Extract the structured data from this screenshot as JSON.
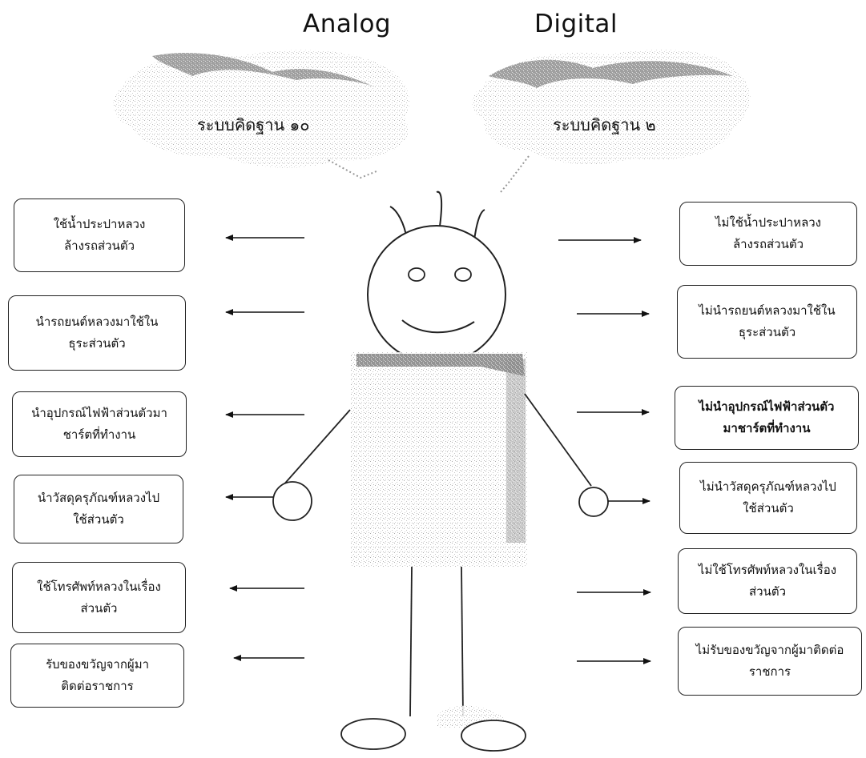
{
  "titles": {
    "left": "Analog",
    "right": "Digital"
  },
  "clouds": {
    "left_label": "ระบบคิดฐาน ๑๐",
    "right_label": "ระบบคิดฐาน ๒"
  },
  "left_boxes": [
    "ใช้น้ำประปาหลวง\nล้างรถส่วนตัว",
    "นำรถยนต์หลวงมาใช้ใน\nธุระส่วนตัว",
    "นำอุปกรณ์ไฟฟ้าส่วนตัวมา\nชาร์ตที่ทำงาน",
    "นำวัสดุครุภัณฑ์หลวงไป\nใช้ส่วนตัว",
    "ใช้โทรศัพท์หลวงในเรื่อง\nส่วนตัว",
    "รับของขวัญจากผู้มา\nติดต่อราชการ"
  ],
  "right_boxes": [
    "ไม่ใช้น้ำประปาหลวง\nล้างรถส่วนตัว",
    "ไม่นำรถยนต์หลวงมาใช้ใน\nธุระส่วนตัว",
    "ไม่นำอุปกรณ์ไฟฟ้าส่วนตัว\nมาชาร์ตที่ทำงาน",
    "ไม่นำวัสดุครุภัณฑ์หลวงไป\nใช้ส่วนตัว",
    "ไม่ใช้โทรศัพท์หลวงในเรื่อง\nส่วนตัว",
    "ไม่รับของขวัญจากผู้มาติดต่อ\nราชการ"
  ]
}
